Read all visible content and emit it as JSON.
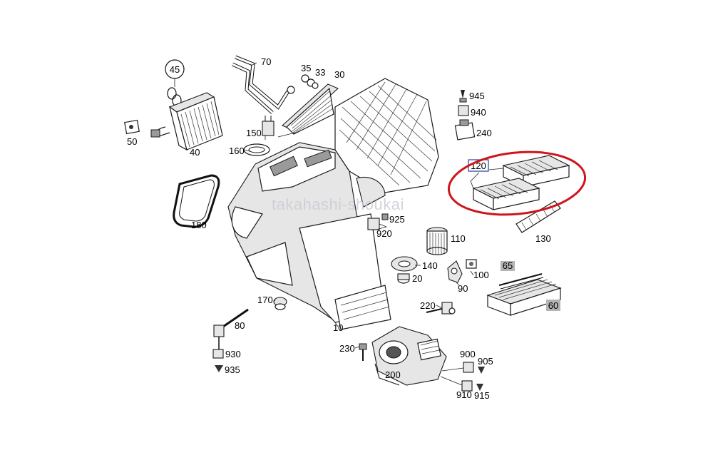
{
  "watermark": "takahashi-shoukai",
  "callouts": {
    "c45": "45",
    "c70": "70",
    "c35": "35",
    "c33": "33",
    "c30": "30",
    "c945": "945",
    "c940": "940",
    "c240": "240",
    "c50": "50",
    "c40": "40",
    "c150": "150",
    "c160": "160",
    "c120": "120",
    "c180": "180",
    "c925": "925",
    "c920": "920",
    "c110": "110",
    "c130": "130",
    "c140": "140",
    "c20": "20",
    "c100": "100",
    "c90": "90",
    "c65": "65",
    "c60": "60",
    "c170": "170",
    "c80": "80",
    "c220": "220",
    "c10": "10",
    "c230": "230",
    "c900": "900",
    "c905": "905",
    "c930": "930",
    "c935": "935",
    "c200": "200",
    "c910": "910",
    "c915": "915"
  },
  "colors": {
    "highlight_ellipse": "#d0141c",
    "callout_box_120": "#1f3fa8",
    "grey_tag": "#b4b4b4"
  }
}
